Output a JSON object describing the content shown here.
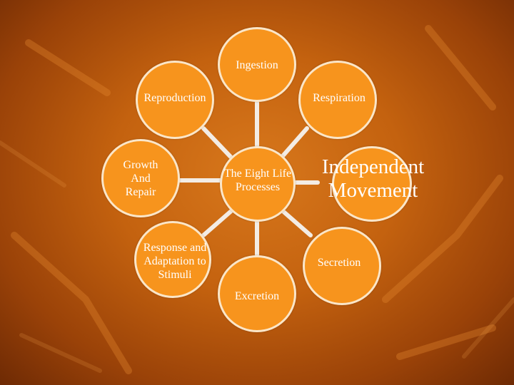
{
  "diagram": {
    "center": "The Eight Life\nProcesses",
    "processes": {
      "ingestion": "Ingestion",
      "respiration": "Respiration",
      "independent_movement": "Independent\nMovement",
      "secretion": "Secretion",
      "excretion": "Excretion",
      "response": "Response and\nAdaptation to\nStimuli",
      "growth": "Growth\nAnd\nRepair",
      "reproduction": "Reproduction"
    }
  },
  "colors": {
    "node_fill": "#f7941d",
    "node_border": "#fbe6c8",
    "connector": "#f3ece4",
    "text": "#ffffff"
  }
}
